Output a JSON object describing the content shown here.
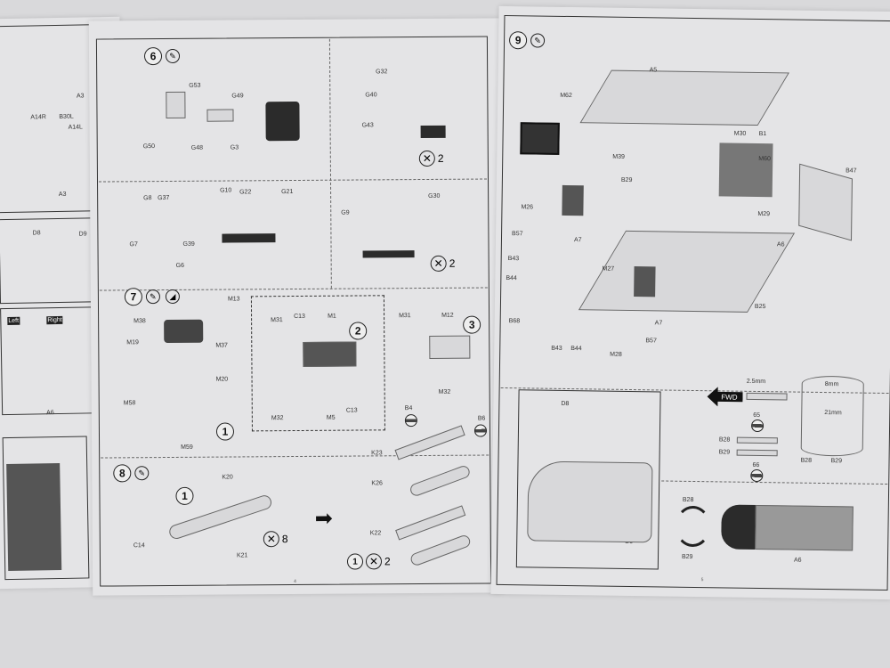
{
  "left_page": {
    "labels": [
      "A3",
      "A14R",
      "B30L",
      "A14L",
      "A3",
      "D8",
      "D9",
      "A6"
    ],
    "tags": {
      "left": "Left",
      "right": "Right"
    }
  },
  "middle_page": {
    "steps": [
      "6",
      "7",
      "8"
    ],
    "sub_steps": [
      "1",
      "2",
      "3",
      "1"
    ],
    "step6_labels": [
      "G53",
      "G49",
      "G50",
      "G48",
      "G3",
      "G43",
      "G40",
      "G32"
    ],
    "step6b_labels": [
      "G37",
      "G10",
      "G22",
      "G21",
      "G8",
      "G7",
      "G39",
      "G6",
      "G9",
      "G30"
    ],
    "step7_labels": [
      "M13",
      "M38",
      "M37",
      "M19",
      "M20",
      "M58",
      "M59",
      "M31",
      "C13",
      "M1",
      "M32",
      "M5",
      "C13",
      "M31",
      "M12",
      "M32"
    ],
    "step8_labels": [
      "K20",
      "C14",
      "K21",
      "B4",
      "B6",
      "K23",
      "K26",
      "K22"
    ],
    "quantities": [
      "2",
      "2",
      "8",
      "2"
    ],
    "page_number": "4"
  },
  "right_page": {
    "step": "9",
    "labels": [
      "A5",
      "M62",
      "M30",
      "M39",
      "B29",
      "M26",
      "B57",
      "A7",
      "B43",
      "B44",
      "B68",
      "M27",
      "B43",
      "B44",
      "M28",
      "B57",
      "A7",
      "B25",
      "M60",
      "M29",
      "B47",
      "A6",
      "B1"
    ],
    "fwd_label": "FWD",
    "dimension_top": "2.5mm",
    "dimension_width": "8mm",
    "dimension_height": "21mm",
    "paint_codes": [
      "65",
      "66"
    ],
    "strip_labels": [
      "B28",
      "B29"
    ],
    "arc_labels": [
      "B28",
      "B29"
    ],
    "inset_labels": [
      "D8",
      "D9"
    ],
    "bottom_labels": [
      "B28",
      "B29",
      "A6"
    ],
    "page_number": "5"
  }
}
